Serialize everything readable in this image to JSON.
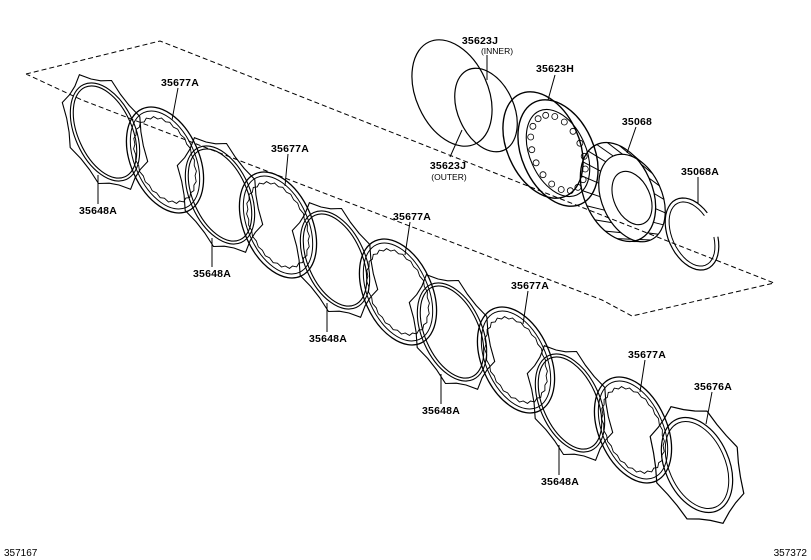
{
  "diagram": {
    "labels": {
      "p35623J_inner": "35623J",
      "p35623J_inner_note": "(INNER)",
      "p35623H": "35623H",
      "p35623J_outer": "35623J",
      "p35623J_outer_note": "(OUTER)",
      "p35068": "35068",
      "p35068A": "35068A",
      "p35677A_1": "35677A",
      "p35677A_2": "35677A",
      "p35677A_3": "35677A",
      "p35677A_4": "35677A",
      "p35677A_5": "35677A",
      "p35648A_1": "35648A",
      "p35648A_2": "35648A",
      "p35648A_3": "35648A",
      "p35648A_4": "35648A",
      "p35648A_5": "35648A",
      "p35676A": "35676A"
    },
    "corner_left": "357167",
    "corner_right": "357372"
  }
}
